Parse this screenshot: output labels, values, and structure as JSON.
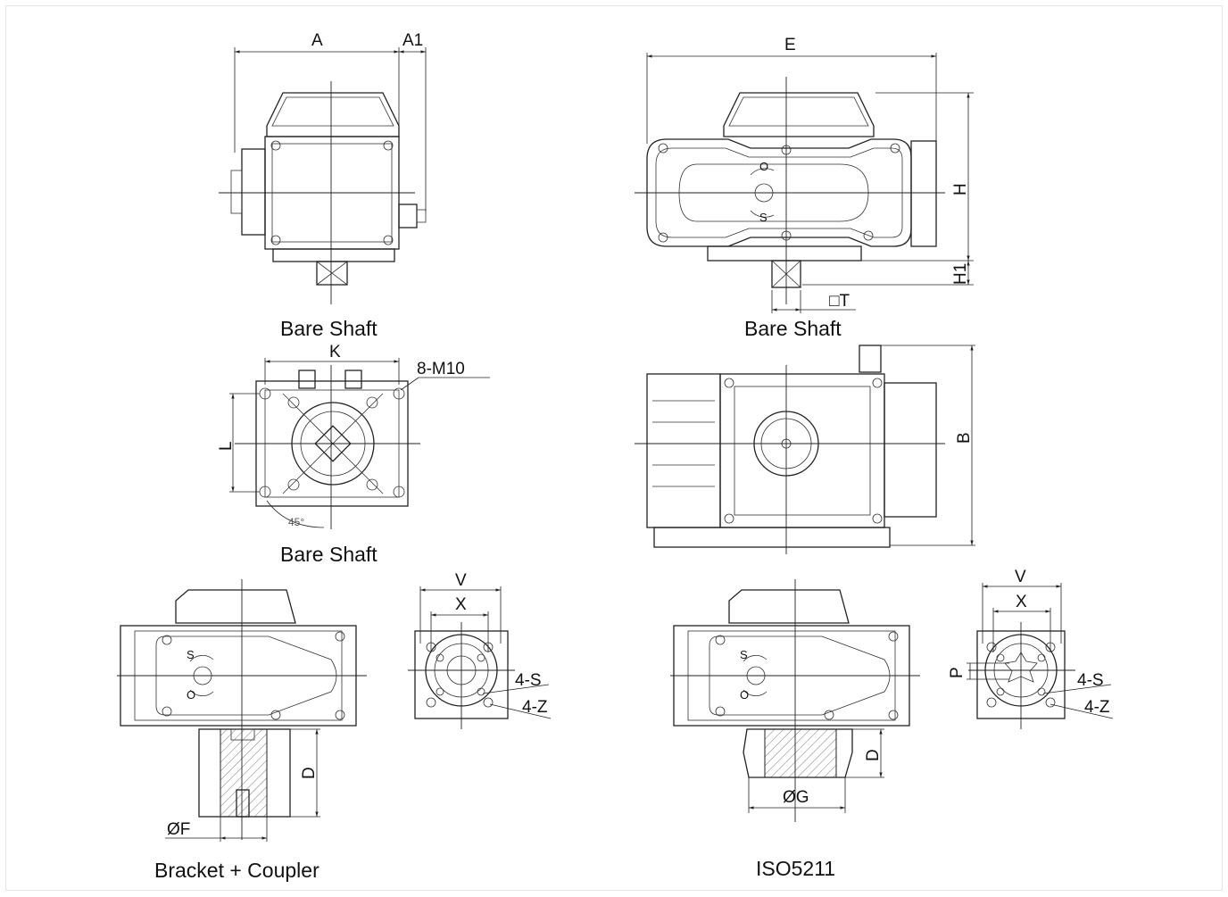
{
  "captions": {
    "top_left": "Bare Shaft",
    "top_right": "Bare Shaft",
    "middle_left": "Bare Shaft",
    "bottom_left": "Bracket + Coupler",
    "bottom_right": "ISO5211"
  },
  "dimensions": {
    "A": "A",
    "A1": "A1",
    "E": "E",
    "H": "H",
    "H1": "H1",
    "T": "□T",
    "K": "K",
    "bolts": "8-M10",
    "L": "L",
    "angle": "45°",
    "B": "B",
    "V": "V",
    "X": "X",
    "S4": "4-S",
    "Z4": "4-Z",
    "D": "D",
    "F": "ØF",
    "G": "ØG",
    "P": "P"
  },
  "markings": {
    "open": "O",
    "shut": "S"
  }
}
